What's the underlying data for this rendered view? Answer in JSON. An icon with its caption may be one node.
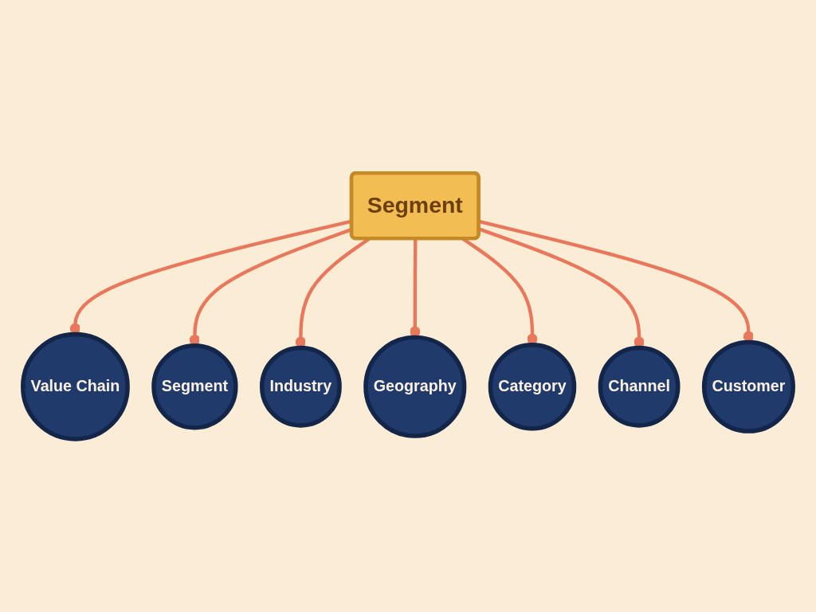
{
  "diagram": {
    "nodes": [
      {
        "text": [
          "Segment"
        ]
      },
      {
        "text": [
          "Industry"
        ]
      },
      {
        "text": [
          "Segment"
        ]
      },
      {
        "text": [
          "Geography"
        ]
      },
      {
        "text": [
          "Value Chain"
        ]
      },
      {
        "text": [
          "Category"
        ]
      },
      {
        "text": [
          "Channel"
        ]
      },
      {
        "text": [
          "Customer"
        ]
      }
    ],
    "edges": [
      {
        "from": 0,
        "to": 4,
        "arrow": "other"
      },
      {
        "from": 0,
        "to": 2,
        "arrow": "other"
      },
      {
        "from": 0,
        "to": 1,
        "arrow": "other"
      },
      {
        "from": 0,
        "to": 3,
        "arrow": "other"
      },
      {
        "from": 0,
        "to": 5,
        "arrow": "other"
      },
      {
        "from": 0,
        "to": 6,
        "arrow": "other"
      },
      {
        "from": 0,
        "to": 7,
        "arrow": "other"
      }
    ]
  }
}
